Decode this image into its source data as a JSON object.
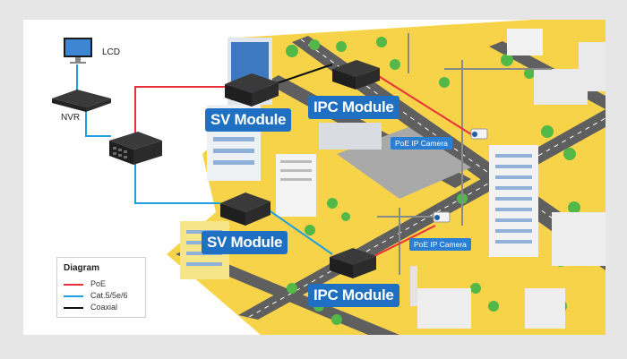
{
  "colors": {
    "poe": "#e8303a",
    "cat": "#1ea0e0",
    "coax": "#111111",
    "ground": "#f7d34a",
    "road": "#5f5f5f",
    "badge": "#1f6fc2"
  },
  "devices": {
    "lcd_label": "LCD",
    "nvr_label": "NVR"
  },
  "modules": {
    "sv_top": "SV Module",
    "ipc_top": "IPC Module",
    "sv_bottom": "SV Module",
    "ipc_bottom": "IPC Module"
  },
  "cameras": {
    "top": "PoE IP Camera",
    "bottom": "PoE IP Camera"
  },
  "legend": {
    "title": "Diagram",
    "items": [
      {
        "label": "PoE",
        "color": "#e8303a"
      },
      {
        "label": "Cat.5/5e/6",
        "color": "#1ea0e0"
      },
      {
        "label": "Coaxial",
        "color": "#111111"
      }
    ]
  }
}
